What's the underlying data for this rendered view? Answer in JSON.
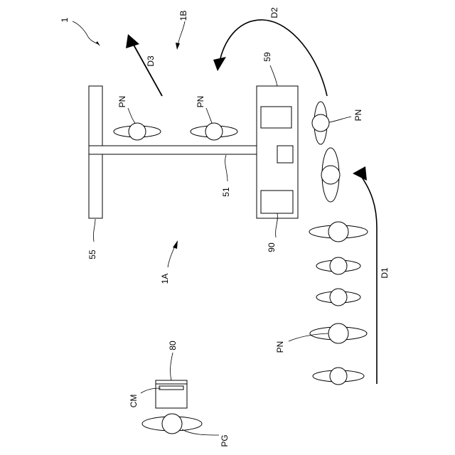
{
  "labels": {
    "fig_ref": "1",
    "area_b": "1B",
    "area_a": "1A",
    "dir_1": "D1",
    "dir_2": "D2",
    "dir_3": "D3",
    "board": "55",
    "barrier": "51",
    "terminal": "59",
    "reader_device": "90",
    "desk_device": "80",
    "card": "CM",
    "guard": "PG",
    "person_a": "PN",
    "person_b": "PN",
    "person_c": "PN",
    "person_queue": "PN"
  }
}
